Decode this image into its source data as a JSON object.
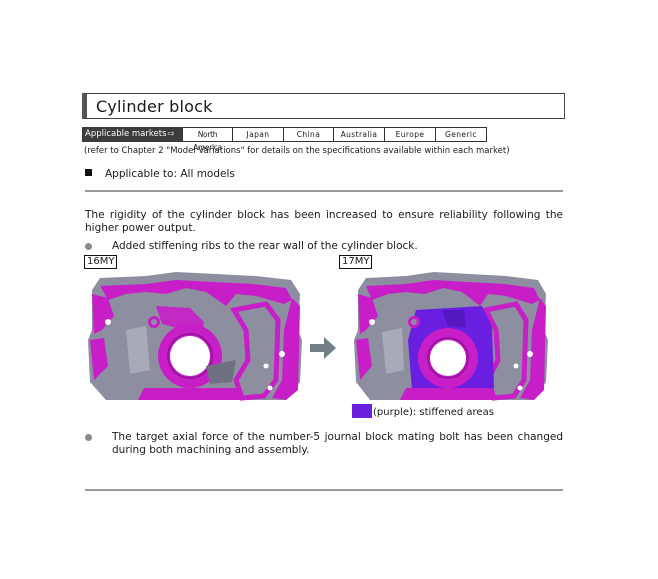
{
  "title": "Cylinder block",
  "markets": {
    "lead_label": "Applicable markets",
    "arrow": "⇨",
    "items": [
      "North America",
      "Japan",
      "China",
      "Australia",
      "Europe",
      "Generic"
    ]
  },
  "markets_note": "(refer to Chapter 2 \"Model Variations\" for details on the specifications available within each market)",
  "applicable": "Applicable to: All models",
  "intro": "The rigidity of the cylinder block has been increased to ensure reliability following the higher power output.",
  "bullets": [
    "Added stiffening ribs to the rear wall of the cylinder block.",
    "The target axial force of the number-5 journal block mating bolt has been changed during both machining and assembly."
  ],
  "figure": {
    "left_tag": "16MY",
    "right_tag": "17MY",
    "caption": "(purple): stiffened areas",
    "colors": {
      "magenta": "#c81ec8",
      "purple": "#6a1fe0",
      "gray": "#8d8ea0",
      "arrow": "#6f7e87"
    }
  }
}
